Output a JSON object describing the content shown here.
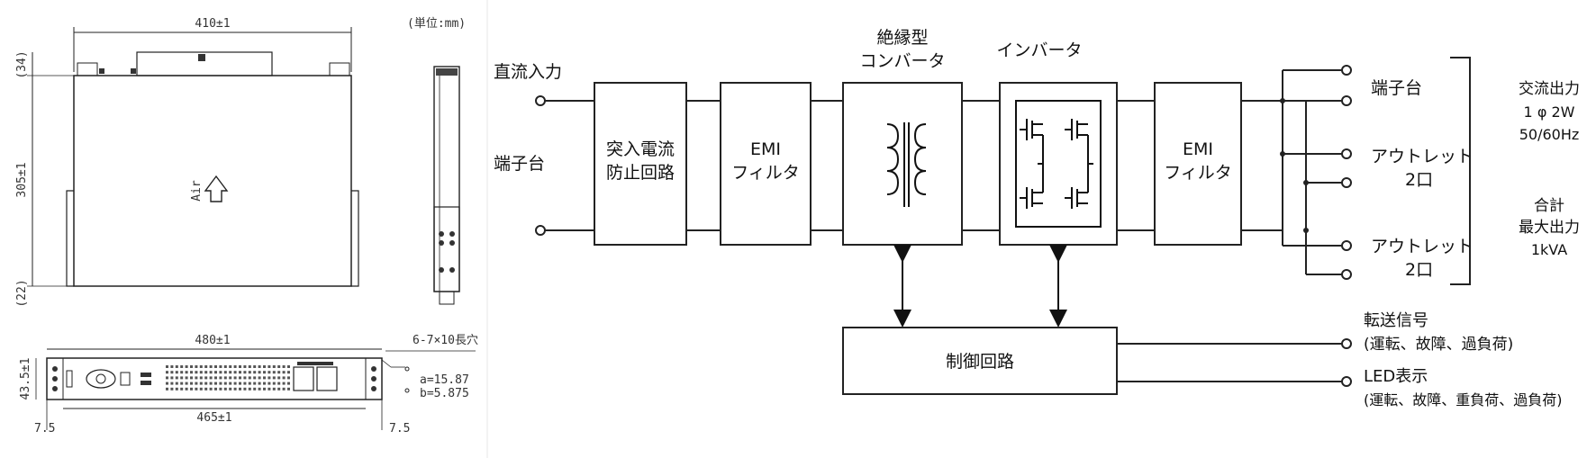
{
  "drawing": {
    "unit_label": "(単位:mm)",
    "top_width": "410±1",
    "top_height_a": "(34)",
    "height_main": "305±1",
    "bottom_offset": "(22)",
    "air_label": "Air",
    "front_width": "480±1",
    "front_inner_width": "465±1",
    "front_height": "43.5±1",
    "margin_left": "7.5",
    "margin_right": "7.5",
    "hole_note": "6-7×10長穴",
    "dim_a": "a=15.87",
    "dim_b": "b=5.875"
  },
  "block": {
    "input_line1": "直流入力",
    "input_line2": "端子台",
    "inrush_l1": "突入電流",
    "inrush_l2": "防止回路",
    "emi1_l1": "EMI",
    "emi1_l2": "フィルタ",
    "conv_title_l1": "絶縁型",
    "conv_title_l2": "コンバータ",
    "inv_title": "インバータ",
    "emi2_l1": "EMI",
    "emi2_l2": "フィルタ",
    "control": "制御回路",
    "out_terminal": "端子台",
    "out_outlet1_l1": "アウトレット",
    "out_outlet1_l2": "2口",
    "out_outlet2_l1": "アウトレット",
    "out_outlet2_l2": "2口",
    "ac_l1": "交流出力",
    "ac_l2": "1 φ 2W",
    "ac_l3": "50/60Hz",
    "total_l1": "合計",
    "total_l2": "最大出力",
    "total_l3": "1kVA",
    "signal_l1": "転送信号",
    "signal_l2": "(運転、故障、過負荷)",
    "led_l1": "LED表示",
    "led_l2": "(運転、故障、重負荷、過負荷)"
  }
}
